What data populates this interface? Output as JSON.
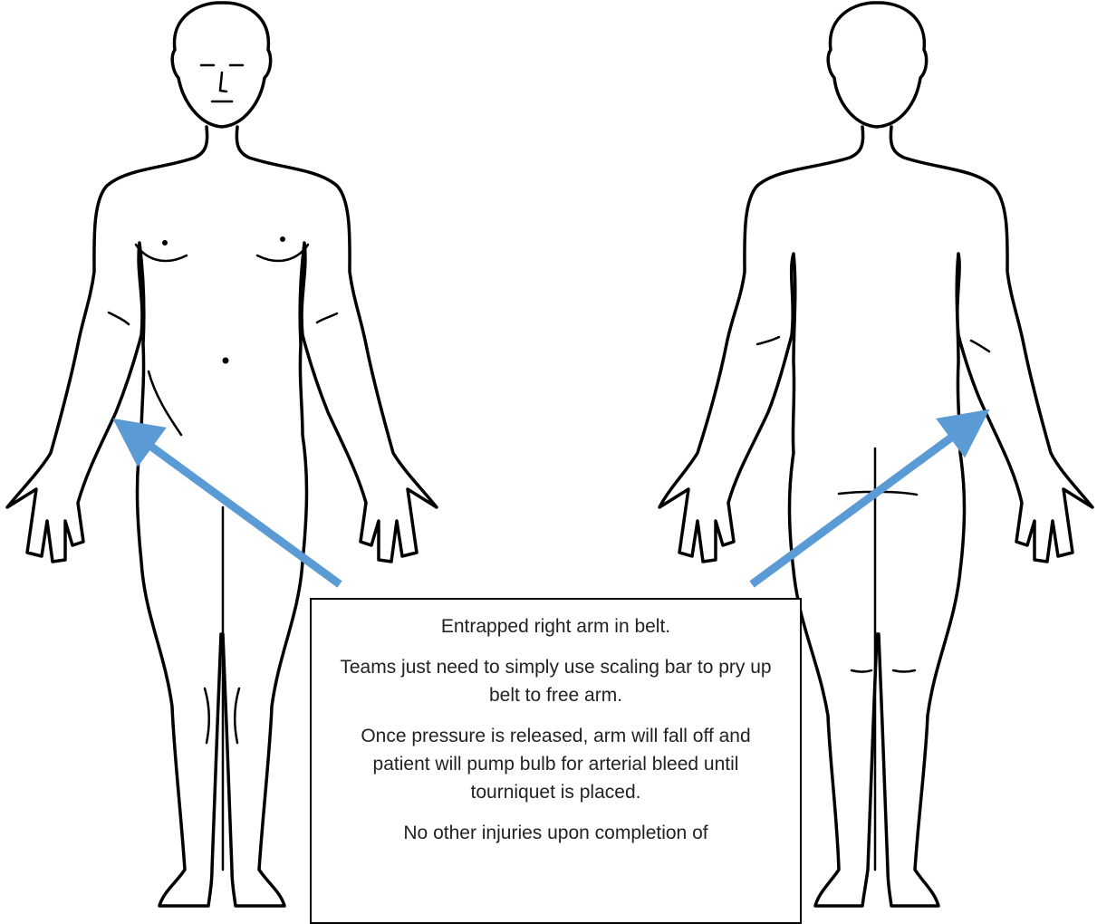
{
  "notes": {
    "line1": "Entrapped right arm in belt.",
    "line2": "Teams just need to simply use scaling bar to pry up belt to free arm.",
    "line3": "Once pressure is released, arm will fall off and patient will pump bulb for arterial bleed until tourniquet is placed.",
    "line4": "No other injuries upon completion of"
  },
  "colors": {
    "outline": "#000000",
    "arrow": "#5b9bd5"
  }
}
